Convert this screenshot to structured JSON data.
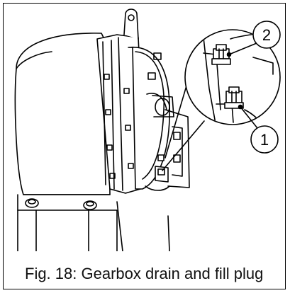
{
  "figure": {
    "callouts": [
      {
        "number": "1",
        "target": "drain-plug"
      },
      {
        "number": "2",
        "target": "fill-plug"
      }
    ],
    "caption": "Fig. 18: Gearbox drain and fill plug",
    "colors": {
      "line": "#000000",
      "background": "#ffffff"
    }
  }
}
